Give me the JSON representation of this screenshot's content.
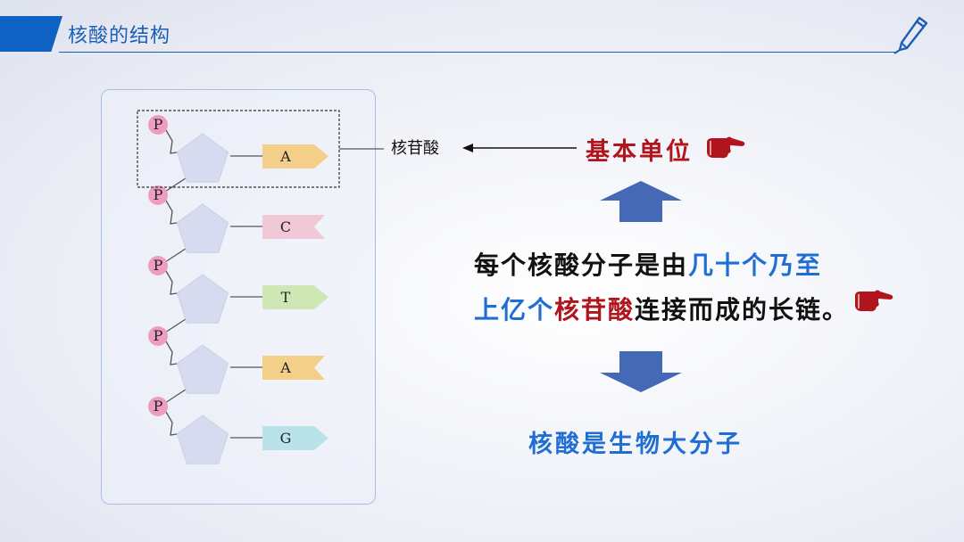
{
  "header": {
    "title": "核酸的结构"
  },
  "diagram": {
    "phosphate_label": "P",
    "bases": [
      "A",
      "C",
      "T",
      "A",
      "G"
    ],
    "base_colors": [
      "#f3cf8a",
      "#f0c8d6",
      "#cfe6b5",
      "#f3cf8a",
      "#b9e3e8"
    ],
    "nucleotide_label": "核苷酸"
  },
  "right": {
    "basic_unit": "基本单位",
    "sentence1": {
      "part1": "每个核酸分子是由",
      "part2": "几十个乃至"
    },
    "sentence2": {
      "part1": "上亿个",
      "part2": "核苷酸",
      "part3": "连接而成的长链。"
    },
    "conclusion": "核酸是生物大分子"
  },
  "colors": {
    "accent_blue": "#1f6ed4",
    "accent_red": "#b0141c",
    "arrow_blue": "#4569b4",
    "sugar": "#d7dbef",
    "phosphate": "#ee9cc0"
  }
}
